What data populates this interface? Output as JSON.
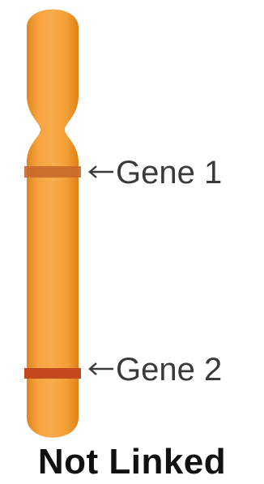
{
  "caption": "Not Linked",
  "genes": [
    {
      "label": "Gene 1"
    },
    {
      "label": "Gene 2"
    }
  ],
  "colors": {
    "chromosome_light": "#f7a94a",
    "chromosome_mid": "#f29a2e",
    "chromosome_dark": "#df8418",
    "band_gene1": "#c8692a",
    "band_gene2": "#c2481e",
    "label_text": "#3a3a3a",
    "caption_text": "#111111"
  }
}
